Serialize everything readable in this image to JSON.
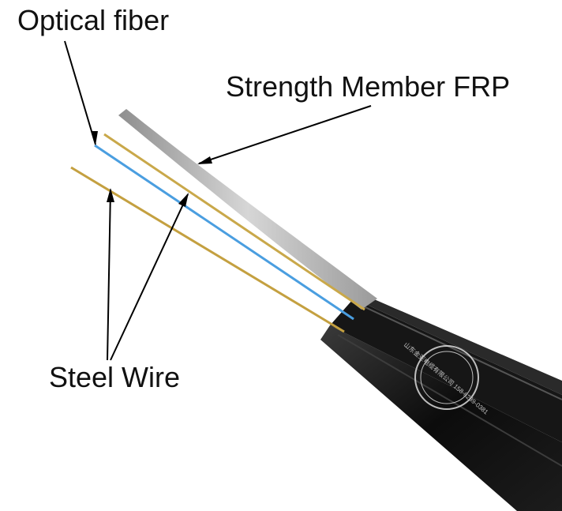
{
  "labels": {
    "optical_fiber": "Optical fiber",
    "strength_member": "Strength Member FRP",
    "steel_wire": "Steel Wire"
  },
  "watermark": {
    "text": "山东金亚电缆有限公司 158-6289-0381"
  },
  "colors": {
    "cable_jacket": "#111111",
    "fiber": "#4a9ee0",
    "steel_wire": "#c9a84a",
    "frp_rod": "#b9b9b9",
    "leader_line": "#000000",
    "text": "#111111"
  },
  "icons": {
    "watermark": "circular-seal-stamp"
  }
}
